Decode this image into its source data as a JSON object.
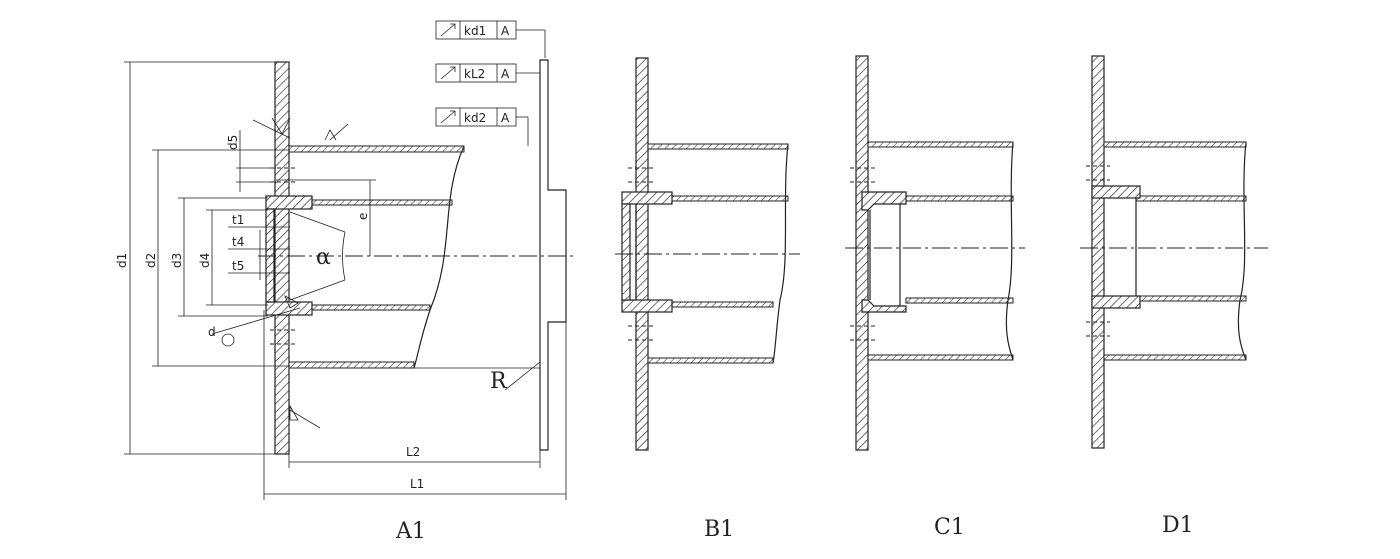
{
  "dimensions": {
    "d1": "d1",
    "d2": "d2",
    "d3": "d3",
    "d4": "d4",
    "d5": "d5",
    "t1": "t1",
    "t4": "t4",
    "t5": "t5",
    "e": "e",
    "alpha": "α",
    "R": "R",
    "L1": "L1",
    "L2": "L2",
    "d": "d"
  },
  "tolerance_frames": [
    {
      "symbol": "runout-arrow-icon",
      "value": "kd1",
      "datum": "A"
    },
    {
      "symbol": "runout-arrow-icon",
      "value": "kL2",
      "datum": "A"
    },
    {
      "symbol": "runout-arrow-icon",
      "value": "kd2",
      "datum": "A"
    }
  ],
  "views": [
    {
      "label": "A1"
    },
    {
      "label": "B1"
    },
    {
      "label": "C1"
    },
    {
      "label": "D1"
    }
  ]
}
